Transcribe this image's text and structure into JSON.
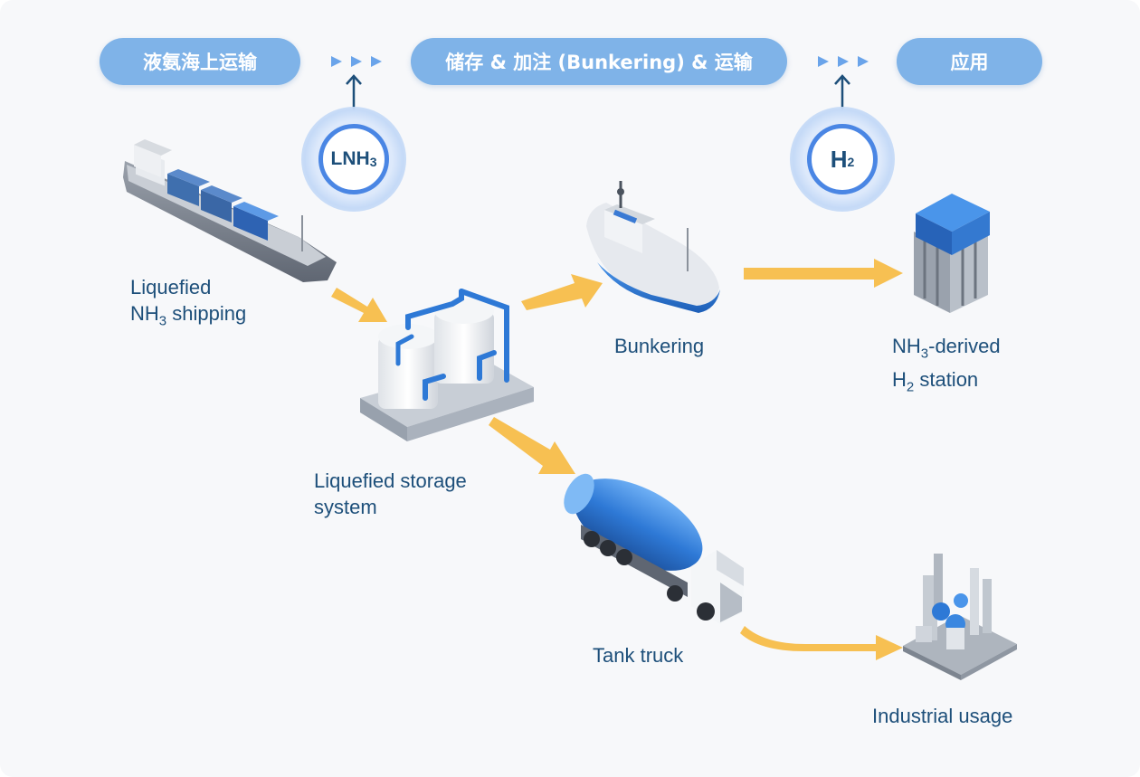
{
  "stages": [
    {
      "label": "液氨海上运输"
    },
    {
      "label": "储存 & 加注 (Bunkering) & 运输"
    },
    {
      "label": "应用"
    }
  ],
  "badges": [
    {
      "main": "LNH",
      "sub": "3"
    },
    {
      "main": "H",
      "sub": "2"
    }
  ],
  "nodes": {
    "shipping": {
      "line1": "Liquefied",
      "line2_pre": "NH",
      "line2_sub": "3",
      "line2_post": " shipping"
    },
    "storage": {
      "line1": "Liquefied storage",
      "line2": "system"
    },
    "bunkering": {
      "label": "Bunkering"
    },
    "h2_station": {
      "line1_pre": "NH",
      "line1_sub": "3",
      "line1_post": "-derived",
      "line2_pre": "H",
      "line2_sub": "2",
      "line2_post": " station"
    },
    "tank_truck": {
      "label": "Tank truck"
    },
    "industrial": {
      "label": "Industrial usage"
    }
  },
  "colors": {
    "pill": "#7fb3e8",
    "chevron": "#6aa4ea",
    "flow_arrow": "#f7c052",
    "text": "#1d4f7a",
    "badge_ring": "#4a86e4"
  }
}
